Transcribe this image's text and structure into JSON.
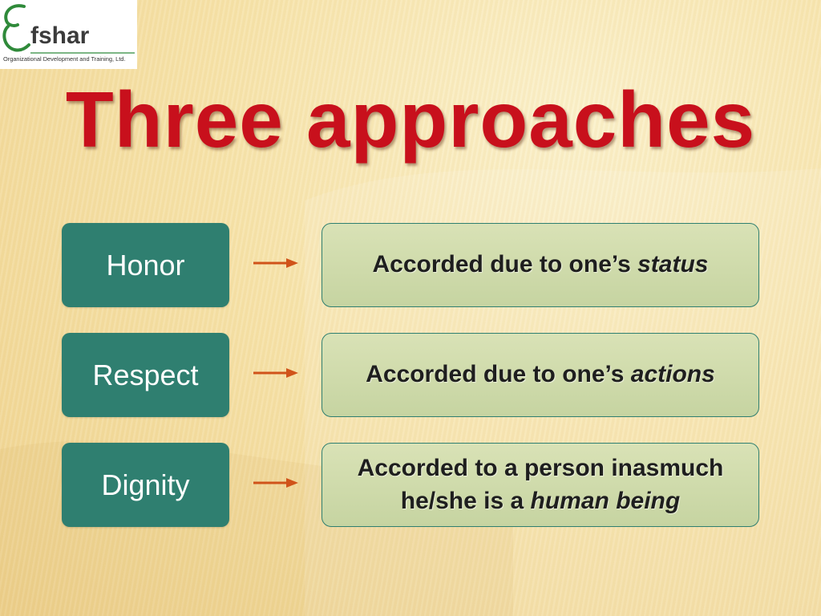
{
  "logo": {
    "letter": "E",
    "word": "fshar",
    "tagline": "Organizational Development and Training, Ltd."
  },
  "title": "Three approaches",
  "rows": [
    {
      "term": "Honor",
      "desc_lines": [
        {
          "text": "Accorded due to one’s ",
          "italic": "status"
        }
      ]
    },
    {
      "term": "Respect",
      "desc_lines": [
        {
          "text": "Accorded due to one’s ",
          "italic": "actions"
        }
      ]
    },
    {
      "term": "Dignity",
      "desc_lines": [
        {
          "text": "Accorded to a person inasmuch",
          "italic": ""
        },
        {
          "text": "he/she is a ",
          "italic": "human being"
        }
      ]
    }
  ],
  "colors": {
    "title": "#c8101c",
    "term_box": "#2f7f70",
    "desc_box": "#d9e2b6",
    "arrow": "#d0531a",
    "logo_green": "#2f8a3a"
  }
}
